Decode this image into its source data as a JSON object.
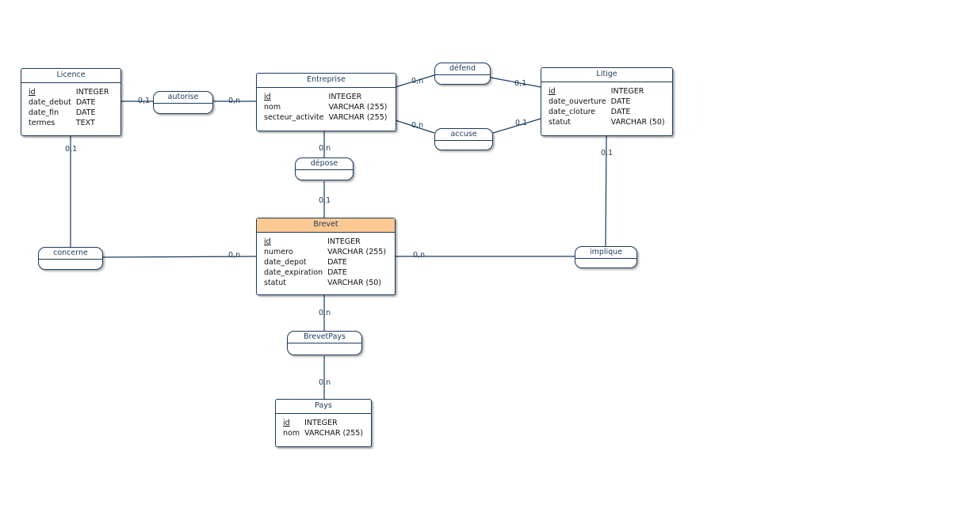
{
  "entities": {
    "licence": {
      "name": "Licence",
      "attributes": [
        {
          "name": "id",
          "type": "INTEGER",
          "pk": true
        },
        {
          "name": "date_debut",
          "type": "DATE"
        },
        {
          "name": "date_fin",
          "type": "DATE"
        },
        {
          "name": "termes",
          "type": "TEXT"
        }
      ]
    },
    "entreprise": {
      "name": "Entreprise",
      "attributes": [
        {
          "name": "id",
          "type": "INTEGER",
          "pk": true
        },
        {
          "name": "nom",
          "type": "VARCHAR (255)"
        },
        {
          "name": "secteur_activite",
          "type": "VARCHAR (255)"
        }
      ]
    },
    "litige": {
      "name": "Litige",
      "attributes": [
        {
          "name": "id",
          "type": "INTEGER",
          "pk": true
        },
        {
          "name": "date_ouverture",
          "type": "DATE"
        },
        {
          "name": "date_cloture",
          "type": "DATE"
        },
        {
          "name": "statut",
          "type": "VARCHAR (50)"
        }
      ]
    },
    "brevet": {
      "name": "Brevet",
      "attributes": [
        {
          "name": "id",
          "type": "INTEGER",
          "pk": true
        },
        {
          "name": "numero",
          "type": "VARCHAR (255)"
        },
        {
          "name": "date_depot",
          "type": "DATE"
        },
        {
          "name": "date_expiration",
          "type": "DATE"
        },
        {
          "name": "statut",
          "type": "VARCHAR (50)"
        }
      ]
    },
    "pays": {
      "name": "Pays",
      "attributes": [
        {
          "name": "id",
          "type": "INTEGER",
          "pk": true
        },
        {
          "name": "nom",
          "type": "VARCHAR (255)"
        }
      ]
    }
  },
  "relations": {
    "autorise": "autorise",
    "defend": "défend",
    "accuse": "accuse",
    "depose": "dépose",
    "concerne": "concerne",
    "implique": "implique",
    "brevetpays": "BrevetPays"
  },
  "cardinalities": {
    "licence_autorise": "0,1",
    "entreprise_autorise": "0,n",
    "entreprise_defend": "0,n",
    "litige_defend": "0,1",
    "entreprise_accuse": "0,n",
    "litige_accuse": "0,1",
    "entreprise_depose": "0,n",
    "brevet_depose": "0,1",
    "licence_concerne": "0,1",
    "brevet_concerne": "0,n",
    "brevet_implique": "0,n",
    "litige_implique": "0,1",
    "brevet_brevetpays": "0,n",
    "pays_brevetpays": "0,n"
  },
  "colors": {
    "line": "#1b3a5c",
    "highlight_header": "#fcc894"
  }
}
